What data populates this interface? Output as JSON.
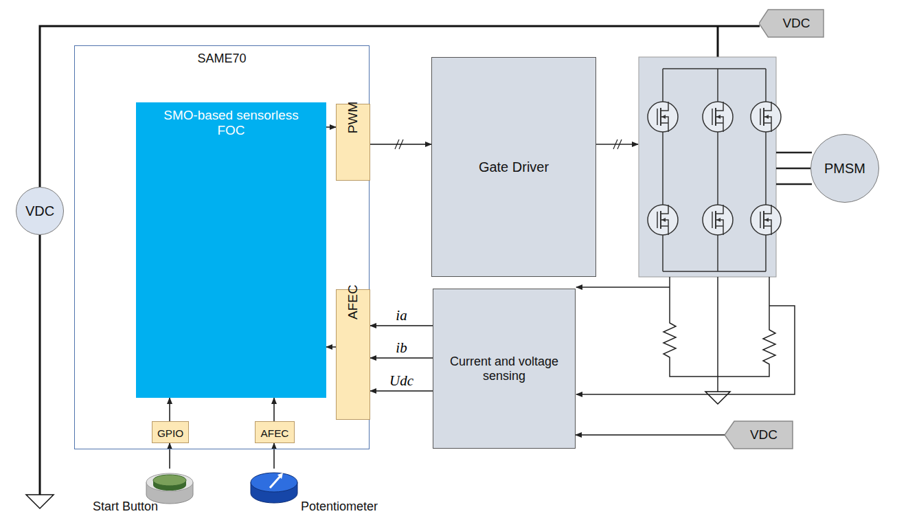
{
  "diagram": {
    "nodes": [
      {
        "text": [
          "SAME70"
        ]
      },
      {
        "text": [
          "SMO-based sensorless FOC"
        ],
        "in": 0
      },
      {
        "text": [
          "PWM"
        ],
        "in": 0
      },
      {
        "text": [
          "AFEC"
        ],
        "in": 0
      },
      {
        "text": [
          "GPIO"
        ],
        "in": 0
      },
      {
        "text": [
          "AFEC"
        ],
        "in": 0
      },
      {
        "text": [
          "Gate Driver"
        ]
      },
      {
        "text": [
          "Current and voltage sensing"
        ]
      },
      {
        "text": [
          "PMSM"
        ]
      },
      {
        "text": [
          "VDC"
        ]
      },
      {
        "text": [
          "VDC"
        ]
      },
      {
        "text": [
          "VDC"
        ]
      },
      {
        "text": [
          "Start Button"
        ]
      },
      {
        "text": [
          "Potentiometer"
        ]
      }
    ],
    "edges": [
      {
        "from": 1,
        "to": 2,
        "arrow": "to"
      },
      {
        "from": 2,
        "to": 6,
        "arrow": "to"
      },
      {
        "from": 3,
        "to": 1,
        "arrow": "to"
      },
      {
        "from": 7,
        "to": 3,
        "label": "ia",
        "arrow": "to"
      },
      {
        "from": 7,
        "to": 3,
        "label": "ib",
        "arrow": "to"
      },
      {
        "from": 7,
        "to": 3,
        "label": "Udc",
        "arrow": "to"
      },
      {
        "from": 4,
        "to": 1,
        "arrow": "to"
      },
      {
        "from": 5,
        "to": 1,
        "arrow": "to"
      },
      {
        "from": 12,
        "to": 4,
        "arrow": "to"
      },
      {
        "from": 13,
        "to": 5,
        "arrow": "to"
      },
      {
        "from": 11,
        "to": 7,
        "arrow": "to"
      },
      {
        "from": 9,
        "to": 10,
        "arrow": "none"
      }
    ]
  }
}
